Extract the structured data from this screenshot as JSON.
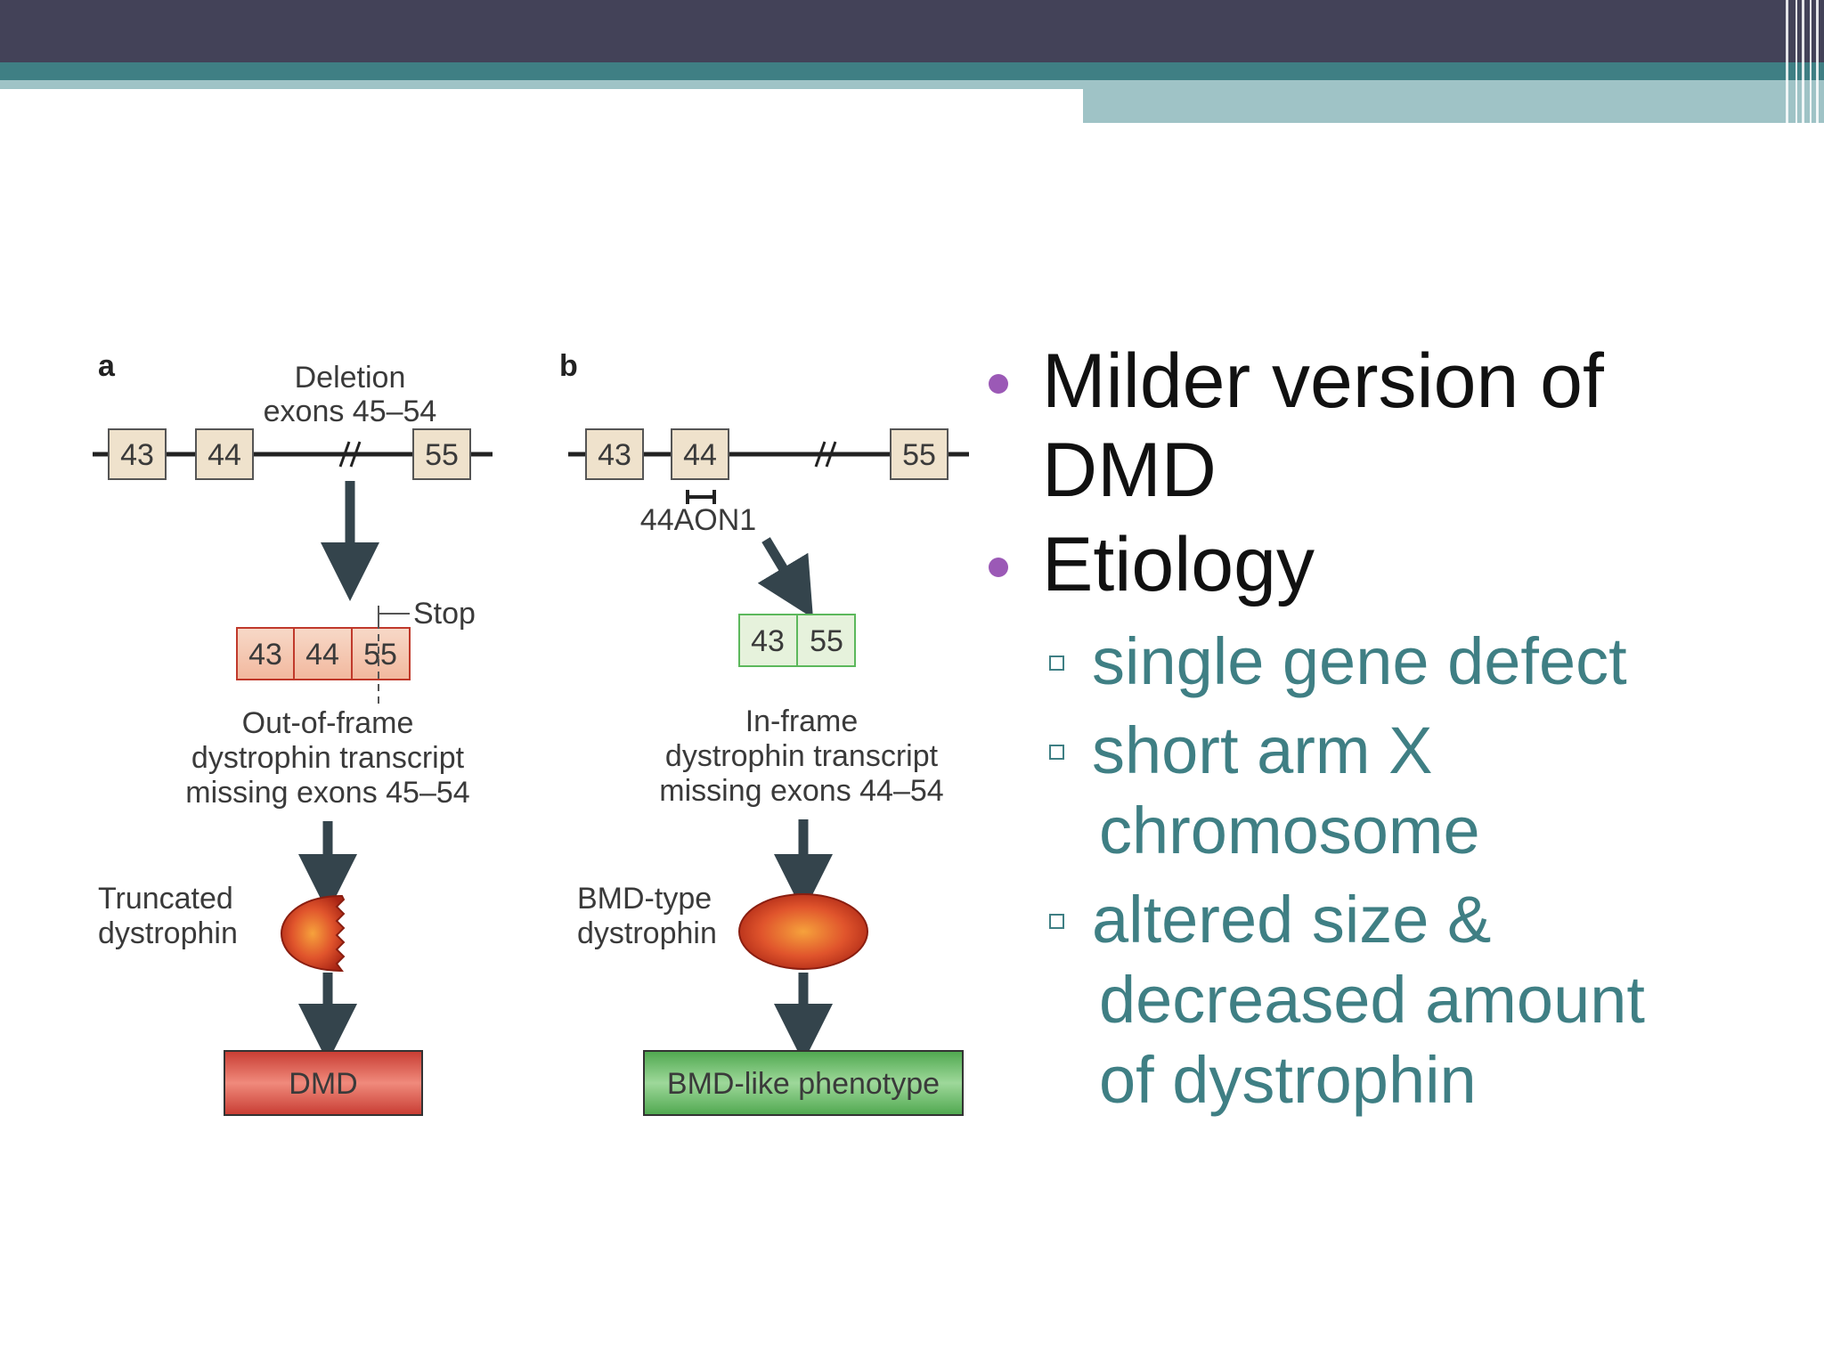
{
  "diagram": {
    "panel_a": {
      "letter": "a",
      "deletion_label": [
        "Deletion",
        "exons 45–54"
      ],
      "gene_exons": [
        "43",
        "44",
        "55"
      ],
      "transcript_exons": [
        "43",
        "44",
        "55"
      ],
      "stop_label": "Stop",
      "transcript_label": [
        "Out-of-frame",
        "dystrophin transcript",
        "missing exons 45–54"
      ],
      "protein_label": [
        "Truncated",
        "dystrophin"
      ],
      "outcome": "DMD"
    },
    "panel_b": {
      "letter": "b",
      "gene_exons": [
        "43",
        "44",
        "55"
      ],
      "aon_label": "44AON1",
      "transcript_exons": [
        "43",
        "55"
      ],
      "transcript_label": [
        "In-frame",
        "dystrophin transcript",
        "missing exons 44–54"
      ],
      "protein_label": [
        "BMD-type",
        "dystrophin"
      ],
      "outcome": "BMD-like phenotype"
    }
  },
  "bullets": [
    {
      "text": [
        "Milder version of",
        "DMD"
      ]
    },
    {
      "text": [
        "Etiology"
      ]
    }
  ],
  "subbullets": [
    {
      "text": [
        "single gene defect"
      ]
    },
    {
      "text": [
        "short arm X",
        "chromosome"
      ]
    },
    {
      "text": [
        "altered size &",
        "decreased amount",
        "of dystrophin"
      ]
    }
  ],
  "colors": {
    "header_dark": "#434258",
    "header_teal": "#3f7f84",
    "header_light": "#9fc3c6",
    "bullet_dot": "#9b59b6",
    "subtext": "#3f7f84",
    "exon_fill": "#efe2cc",
    "dmd_box": "#d94a3e",
    "bmd_box": "#5cb85c",
    "arrow": "#34444c"
  }
}
